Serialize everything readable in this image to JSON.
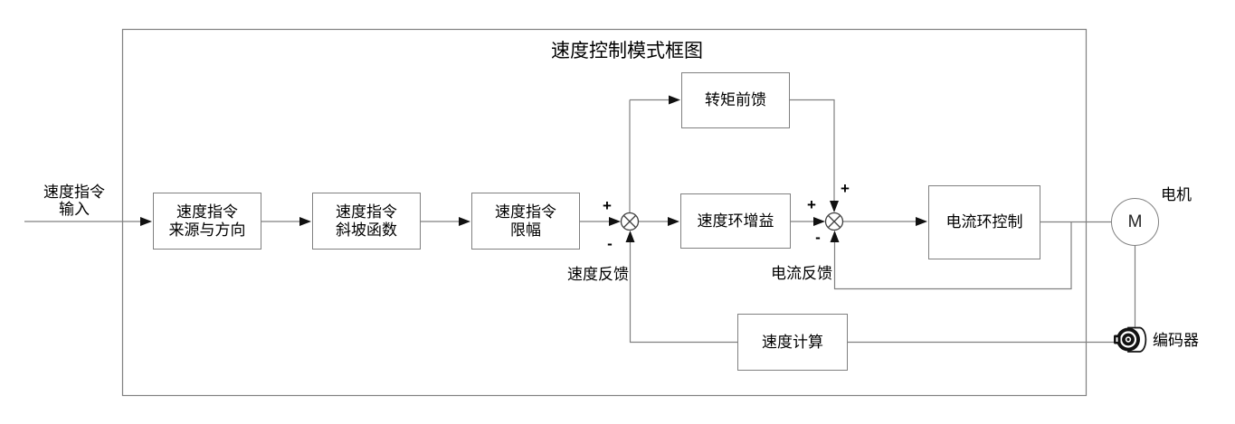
{
  "title": "速度控制模式框图",
  "input": {
    "line1": "速度指令",
    "line2": "输入"
  },
  "blocks": {
    "cmd_source": {
      "line1": "速度指令",
      "line2": "来源与方向"
    },
    "cmd_ramp": {
      "line1": "速度指令",
      "line2": "斜坡函数"
    },
    "cmd_limit": {
      "line1": "速度指令",
      "line2": "限幅"
    },
    "speed_gain": {
      "label": "速度环增益"
    },
    "torque_ff": {
      "label": "转矩前馈"
    },
    "current_loop": {
      "label": "电流环控制"
    },
    "speed_calc": {
      "label": "速度计算"
    }
  },
  "feedback": {
    "speed": "速度反馈",
    "current": "电流反馈"
  },
  "motor": {
    "symbol": "M",
    "label": "电机"
  },
  "encoder": {
    "label": "编码器"
  },
  "signs": {
    "plus": "+",
    "minus": "-"
  },
  "colors": {
    "line": "#808080",
    "box_border": "#808080",
    "arrow": "#111111",
    "junction": "#404040",
    "text": "#000000",
    "background": "#ffffff"
  }
}
